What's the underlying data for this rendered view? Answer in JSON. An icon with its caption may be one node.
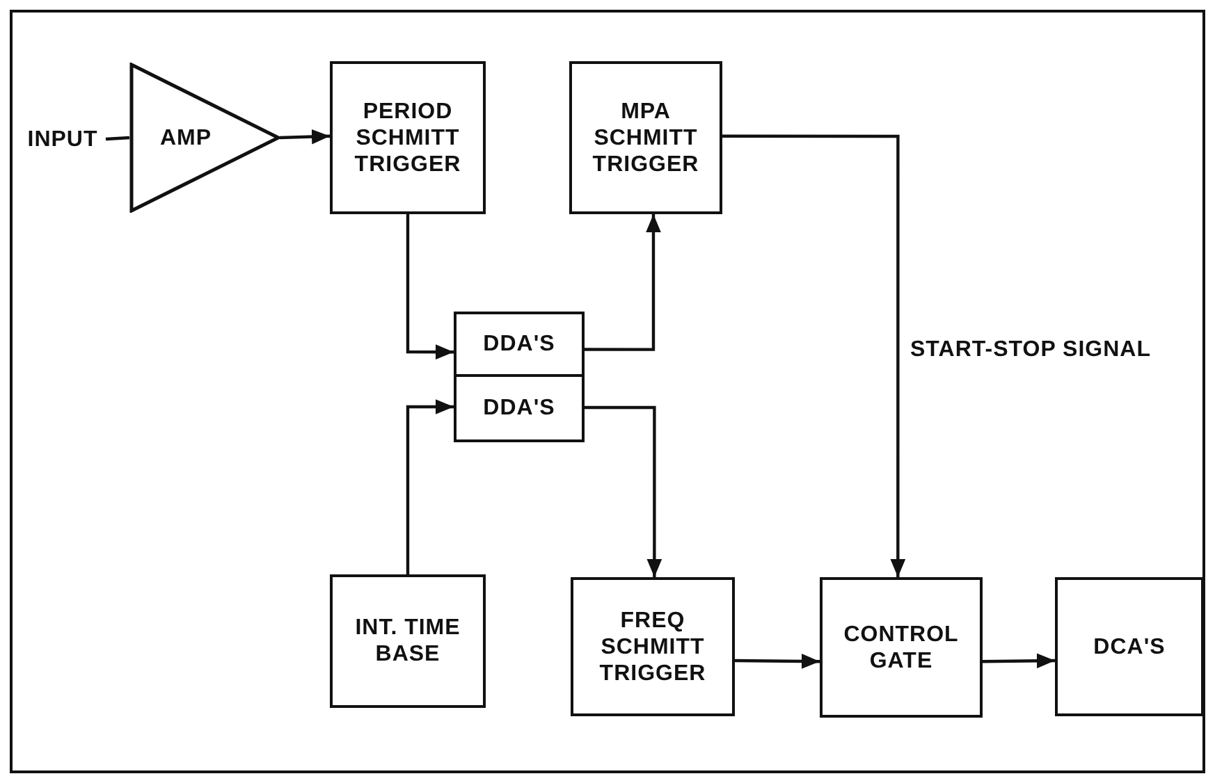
{
  "diagram": {
    "nodes": [
      {
        "text": [
          "INPUT"
        ]
      },
      {
        "text": [
          "AMP"
        ]
      },
      {
        "text": [
          "PERIOD SCHMITT TRIGGER"
        ]
      },
      {
        "text": [
          "MPA SCHMITT TRIGGER"
        ]
      },
      {
        "text": [
          "DDA'S"
        ]
      },
      {
        "text": [
          "DDA'S"
        ]
      },
      {
        "text": [
          "INT. TIME BASE"
        ]
      },
      {
        "text": [
          "FREQ SCHMITT TRIGGER"
        ]
      },
      {
        "text": [
          "CONTROL GATE"
        ]
      },
      {
        "text": [
          "DCA'S"
        ]
      }
    ],
    "edges": [
      {
        "from": 0,
        "to": 1,
        "arrow": "none"
      },
      {
        "from": 1,
        "to": 2,
        "arrow": "to"
      },
      {
        "from": 2,
        "to": 4,
        "arrow": "to"
      },
      {
        "from": 4,
        "to": 3,
        "arrow": "to"
      },
      {
        "from": 6,
        "to": 5,
        "arrow": "to"
      },
      {
        "from": 5,
        "to": 7,
        "arrow": "to"
      },
      {
        "from": 3,
        "to": 8,
        "arrow": "to",
        "label": "START-STOP SIGNAL"
      },
      {
        "from": 7,
        "to": 8,
        "arrow": "to"
      },
      {
        "from": 8,
        "to": 9,
        "arrow": "to"
      }
    ]
  }
}
